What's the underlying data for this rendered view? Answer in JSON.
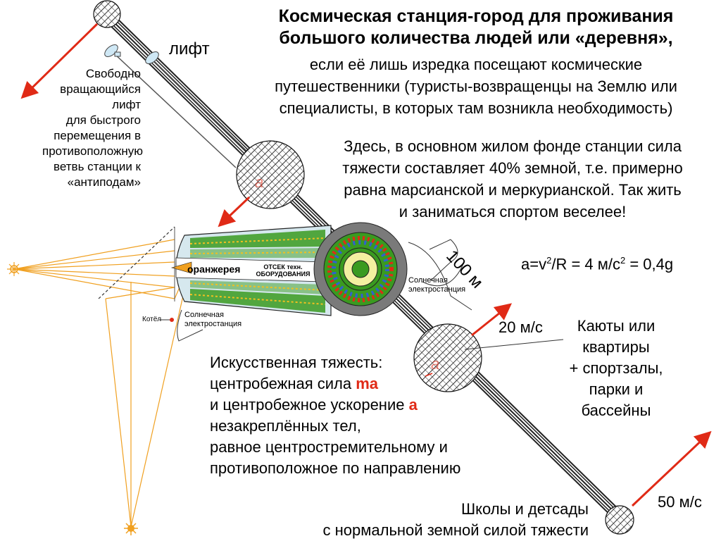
{
  "title": {
    "line1": "Космическая станция-город для проживания",
    "line2": "большого количества людей или «деревня»,"
  },
  "subtitle": {
    "line1": "если её лишь изредка посещают космические",
    "line2": "путешественники (туристы-возвращенцы на Землю или",
    "line3": "специалисты, в которых там возникла необходимость)"
  },
  "gravity_note": {
    "line1": "Здесь, в основном жилом фонде станции сила",
    "line2": "тяжести составляет 40% земной, т.е. примерно",
    "line3": "равна марсианской и меркурианской. Так жить",
    "line4": "и заниматься спортом веселее!"
  },
  "lift": {
    "label": "лифт",
    "desc": [
      "Свободно",
      "вращающийся",
      "лифт",
      "для быстрого",
      "перемещения в",
      "противоположную",
      "ветвь станции к",
      "«антиподам»"
    ]
  },
  "formula": {
    "a_eq": "a=v",
    "exp1": "2",
    "mid": "/R = 4 м/с",
    "exp2": "2",
    "tail": " = 0,4g"
  },
  "distance_label": "100 м",
  "speeds": {
    "inner": "20 м/с",
    "outer": "50 м/с"
  },
  "cabins": [
    "Каюты или",
    "квартиры",
    "+ спортзалы,",
    "парки и",
    "бассейны"
  ],
  "artificial_gravity": {
    "line1": "Искусственная тяжесть:",
    "line2_pre": "центробежная сила ",
    "line2_hl": "ma",
    "line3_pre": "и центробежное ускорение ",
    "line3_hl": "a",
    "line4": "незакреплённых тел,",
    "line5": "равное центростремительному и",
    "line6": "противоположное по направлению"
  },
  "schools": {
    "line1": "Школы и детсады",
    "line2": "с нормальной земной силой тяжести"
  },
  "hub": {
    "greenhouse": "оранжерея",
    "tech_bay_1": "ОТСЕК техн.",
    "tech_bay_2": "ОБОРУДОВАНИЯ",
    "solar_left_1": "Солнечная",
    "solar_left_2": "электростанция",
    "solar_right_1": "Солнечная",
    "solar_right_2": "электростанция",
    "boiler": "Котёл"
  },
  "accel_label": "a",
  "colors": {
    "arrow": "#e02a16",
    "beam": "#f0a020",
    "green": "#3a9a20",
    "gray": "#7a7a7a",
    "hub_fill": "#d6e8ee"
  }
}
